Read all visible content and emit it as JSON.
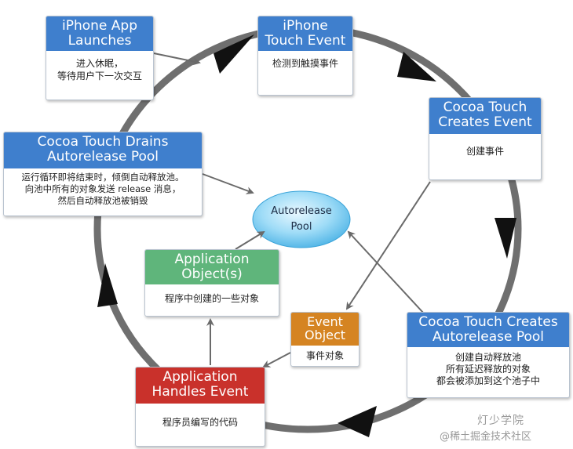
{
  "nodes": {
    "app_launches": {
      "title": "iPhone App\nLaunches",
      "body": "进入休眠，\n等待用户下一次交互"
    },
    "touch_event": {
      "title": "iPhone\nTouch Event",
      "body": "检测到触摸事件"
    },
    "creates_event": {
      "title": "Cocoa Touch\nCreates Event",
      "body": "创建事件"
    },
    "creates_pool": {
      "title": "Cocoa Touch Creates\nAutorelease Pool",
      "body": "创建自动释放池\n所有延迟释放的对象\n都会被添加到这个池子中"
    },
    "handles_event": {
      "title": "Application\nHandles Event",
      "body": "程序员编写的代码"
    },
    "event_object": {
      "title": "Event\nObject",
      "body": "事件对象"
    },
    "app_objects": {
      "title": "Application\nObject(s)",
      "body": "程序中创建的一些对象"
    },
    "drains_pool": {
      "title": "Cocoa Touch Drains\nAutorelease Pool",
      "body": "运行循环即将结束时，倾倒自动释放池。\n向池中所有的对象发送 release 消息，\n然后自动释放池被销毁"
    }
  },
  "center": {
    "label": "Autorelease\nPool"
  },
  "watermark": {
    "line1": "灯少学院",
    "line2": "@稀土掘金技术社区"
  },
  "colors": {
    "blue": "#3f7fcd",
    "green": "#5fb57b",
    "orange": "#d58422",
    "red": "#c9312b",
    "ring": "#6f6f6f",
    "pool_fill": "#8fd3f4"
  }
}
